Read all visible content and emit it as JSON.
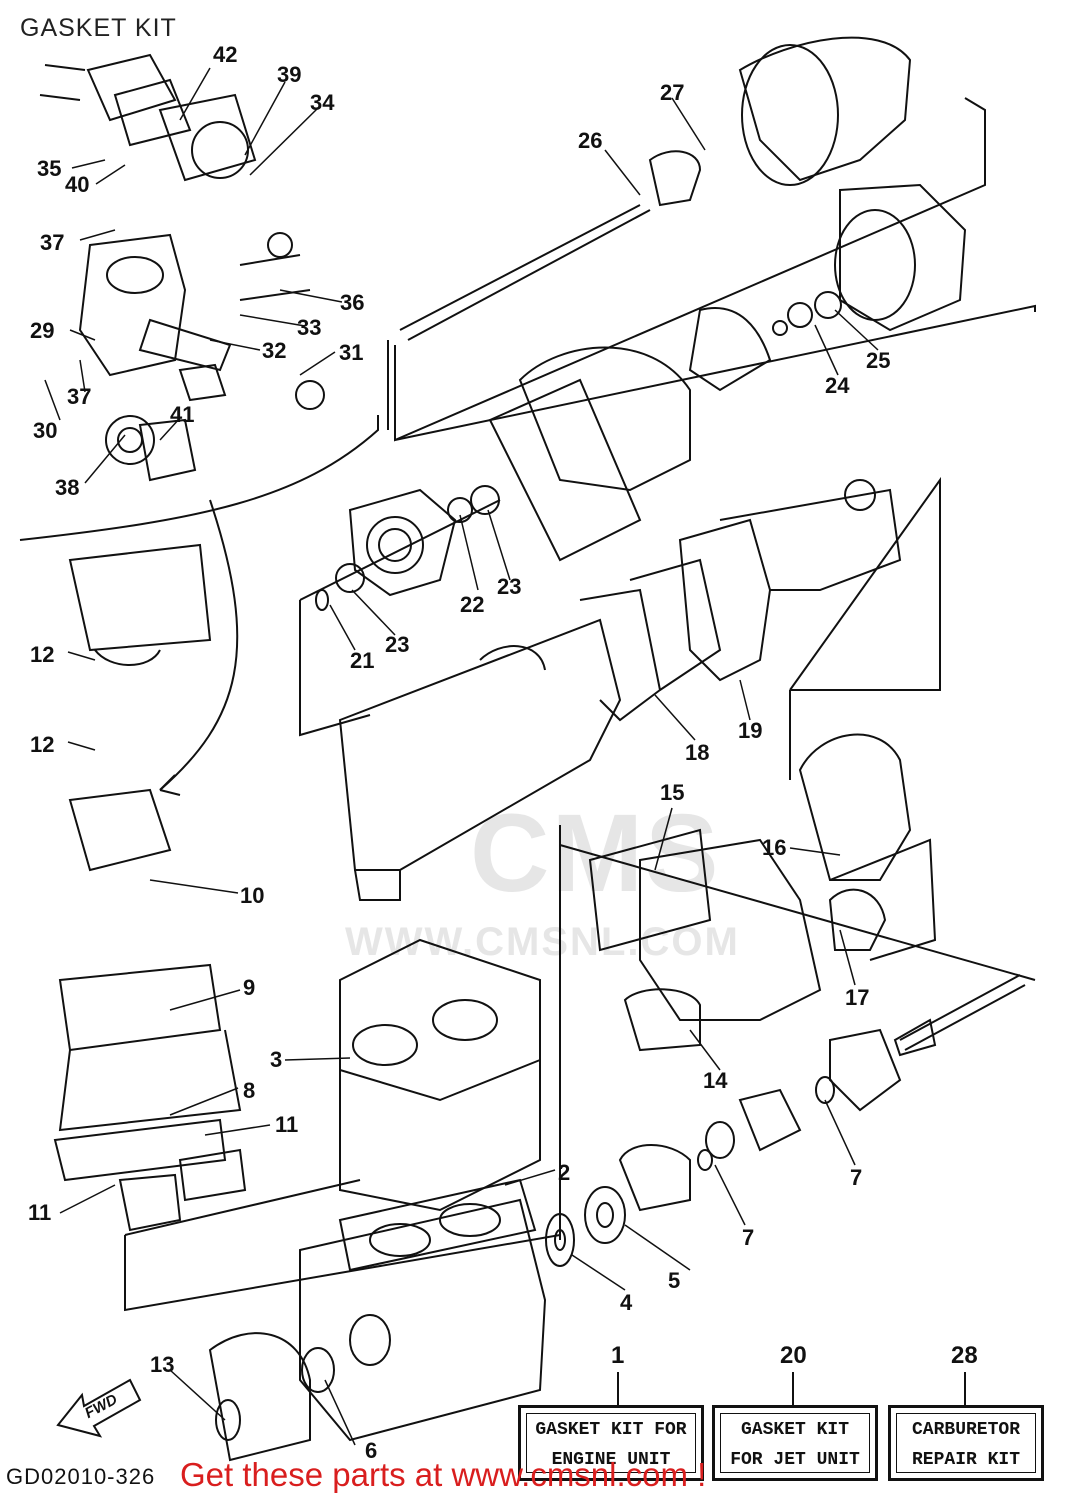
{
  "title": "GASKET KIT",
  "watermark": {
    "brand": "CMS",
    "url": "WWW.CMSNL.COM"
  },
  "callouts": [
    {
      "id": "c42",
      "label": "42"
    },
    {
      "id": "c39",
      "label": "39"
    },
    {
      "id": "c34",
      "label": "34"
    },
    {
      "id": "c35",
      "label": "35"
    },
    {
      "id": "c40",
      "label": "40"
    },
    {
      "id": "c37a",
      "label": "37"
    },
    {
      "id": "c36",
      "label": "36"
    },
    {
      "id": "c33",
      "label": "33"
    },
    {
      "id": "c29",
      "label": "29"
    },
    {
      "id": "c32",
      "label": "32"
    },
    {
      "id": "c31",
      "label": "31"
    },
    {
      "id": "c37b",
      "label": "37"
    },
    {
      "id": "c30",
      "label": "30"
    },
    {
      "id": "c41",
      "label": "41"
    },
    {
      "id": "c38",
      "label": "38"
    },
    {
      "id": "c27",
      "label": "27"
    },
    {
      "id": "c26",
      "label": "26"
    },
    {
      "id": "c24",
      "label": "24"
    },
    {
      "id": "c25",
      "label": "25"
    },
    {
      "id": "c22",
      "label": "22"
    },
    {
      "id": "c23a",
      "label": "23"
    },
    {
      "id": "c21",
      "label": "21"
    },
    {
      "id": "c23b",
      "label": "23"
    },
    {
      "id": "c12a",
      "label": "12"
    },
    {
      "id": "c12b",
      "label": "12"
    },
    {
      "id": "c18",
      "label": "18"
    },
    {
      "id": "c19",
      "label": "19"
    },
    {
      "id": "c15",
      "label": "15"
    },
    {
      "id": "c16",
      "label": "16"
    },
    {
      "id": "c10",
      "label": "10"
    },
    {
      "id": "c17",
      "label": "17"
    },
    {
      "id": "c9",
      "label": "9"
    },
    {
      "id": "c3",
      "label": "3"
    },
    {
      "id": "c14",
      "label": "14"
    },
    {
      "id": "c8",
      "label": "8"
    },
    {
      "id": "c11a",
      "label": "11"
    },
    {
      "id": "c7a",
      "label": "7"
    },
    {
      "id": "c11b",
      "label": "11"
    },
    {
      "id": "c2",
      "label": "2"
    },
    {
      "id": "c7b",
      "label": "7"
    },
    {
      "id": "c5",
      "label": "5"
    },
    {
      "id": "c4",
      "label": "4"
    },
    {
      "id": "c13",
      "label": "13"
    },
    {
      "id": "c6",
      "label": "6"
    }
  ],
  "kits": [
    {
      "number": "1",
      "line1": "GASKET KIT FOR",
      "line2": "ENGINE UNIT"
    },
    {
      "number": "20",
      "line1": "GASKET KIT",
      "line2": "FOR JET UNIT"
    },
    {
      "number": "28",
      "line1": "CARBURETOR",
      "line2": "REPAIR KIT"
    }
  ],
  "fwd_label": "FWD",
  "diagram_code": "GD02010-326",
  "promo": "Get these parts at www.cmsnl.com !"
}
